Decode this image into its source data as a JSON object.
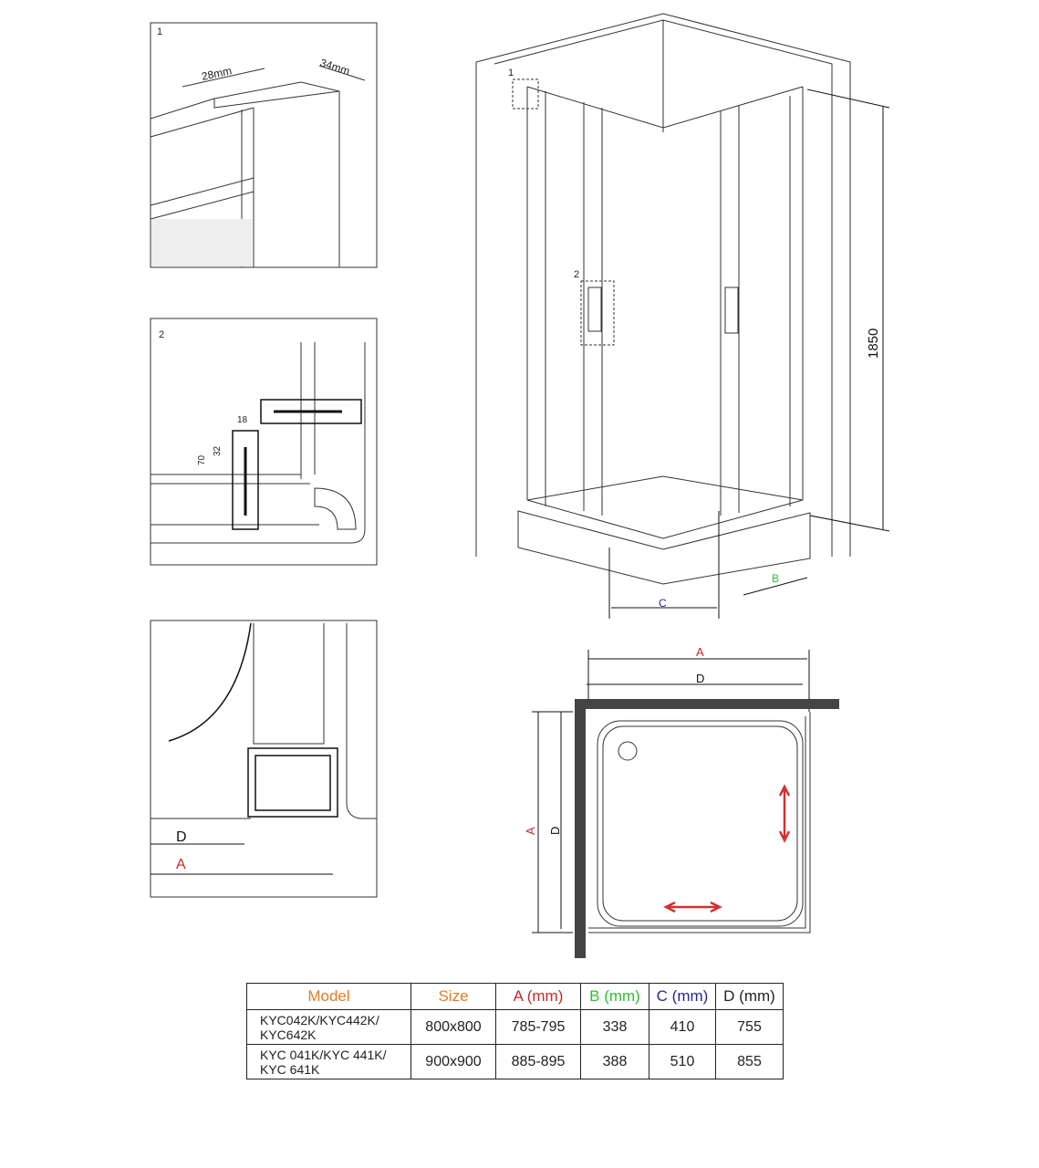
{
  "detail_panels": {
    "panel1": {
      "number": "1",
      "dim_width": "28mm",
      "dim_depth": "34mm"
    },
    "panel2": {
      "number": "2",
      "dim_18": "18",
      "dim_32": "32",
      "dim_70": "70"
    },
    "panel3": {
      "label_d": "D",
      "label_a": "A"
    }
  },
  "perspective": {
    "callout_1": "1",
    "callout_2": "2",
    "height": "1850",
    "label_b": "B",
    "label_c": "C"
  },
  "plan": {
    "label_a_top": "A",
    "label_d_top": "D",
    "label_a_side": "A",
    "label_d_side": "D"
  },
  "colors": {
    "orange": "#e07b2a",
    "red": "#c62828",
    "green": "#2fbf2f",
    "blue": "#262696",
    "arrow": "#d32f2f"
  },
  "table": {
    "headers": [
      "Model",
      "Size",
      "A (mm)",
      "B (mm)",
      "C (mm)",
      "D (mm)"
    ],
    "rows": [
      {
        "model_line1": "KYC042K/KYC442K/",
        "model_line2": "KYC642K",
        "size": "800x800",
        "a": "785-795",
        "b": "338",
        "c": "410",
        "d": "755"
      },
      {
        "model_line1": "KYC 041K/KYC 441K/",
        "model_line2": "KYC 641K",
        "size": "900x900",
        "a": "885-895",
        "b": "388",
        "c": "510",
        "d": "855"
      }
    ]
  }
}
